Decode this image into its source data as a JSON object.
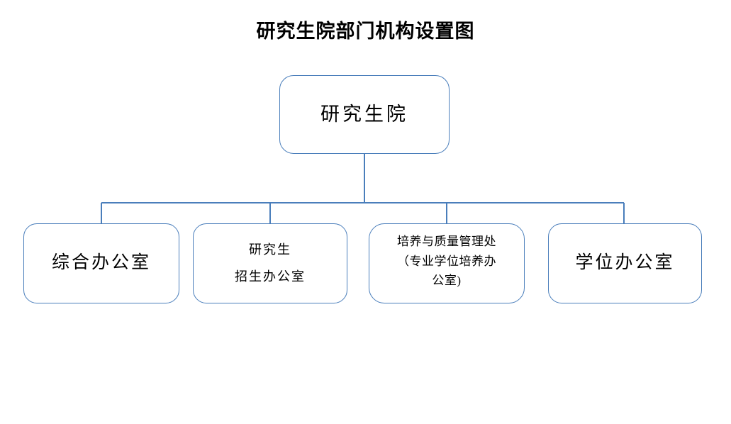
{
  "chart_data": {
    "type": "diagram",
    "diagram_type": "organizational-chart",
    "title": "研究生院部门机构设置图",
    "orientation": "top-down",
    "background_color": "#ffffff",
    "node_border_color": "#4a7ebb",
    "connector_color": "#4a7ebb",
    "text_color": "#000000",
    "nodes": [
      {
        "id": "root",
        "label": "研究生院",
        "level": 0,
        "parent": null
      },
      {
        "id": "child-0",
        "label": "综合办公室",
        "level": 1,
        "parent": "root"
      },
      {
        "id": "child-1",
        "label": "研究生\n招生办公室",
        "level": 1,
        "parent": "root"
      },
      {
        "id": "child-2",
        "label": "培养与质量管理处\n（专业学位培养办\n公室)",
        "level": 1,
        "parent": "root"
      },
      {
        "id": "child-3",
        "label": "学位办公室",
        "level": 1,
        "parent": "root"
      }
    ],
    "edges": [
      {
        "from": "root",
        "to": "child-0"
      },
      {
        "from": "root",
        "to": "child-1"
      },
      {
        "from": "root",
        "to": "child-2"
      },
      {
        "from": "root",
        "to": "child-3"
      }
    ]
  },
  "header": {
    "title": "研究生院部门机构设置图"
  },
  "root": {
    "label": "研究生院"
  },
  "children": [
    {
      "label": "综合办公室"
    },
    {
      "label": "研究生\n招生办公室"
    },
    {
      "label": "培养与质量管理处\n（专业学位培养办\n公室)"
    },
    {
      "label": "学位办公室"
    }
  ]
}
